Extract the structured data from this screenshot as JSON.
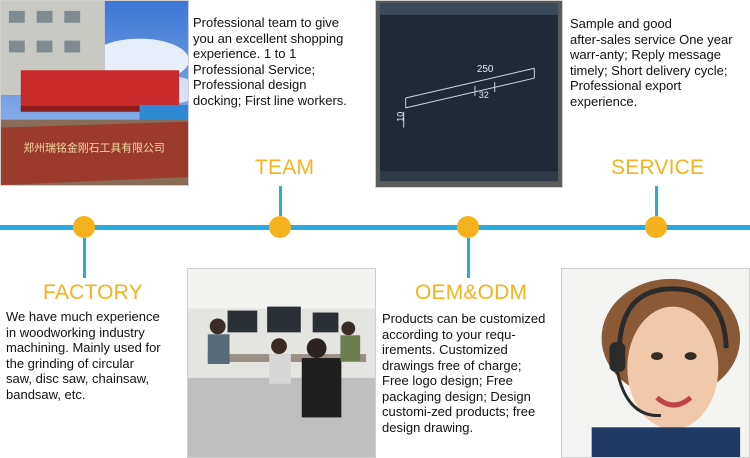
{
  "colors": {
    "accent": "#f6b21d",
    "line": "#2aa9e1",
    "text": "#111111"
  },
  "photos": {
    "factory": "factory building with red sign",
    "office": "office workers at computers",
    "design": "design drawing on monitor",
    "support": "support agent with headset"
  },
  "sections": {
    "factory": {
      "title": "FACTORY",
      "lines": [
        "We have much experience",
        "in woodworking industry",
        "machining. Mainly used for",
        "the grinding of circular",
        "saw, disc saw, chainsaw,",
        "bandsaw, etc."
      ]
    },
    "team": {
      "title": "TEAM",
      "lines": [
        "Professional team to give",
        "you an excellent shopping",
        "experience. 1 to 1",
        "Professional Service;",
        "Professional design",
        "docking; First line workers."
      ]
    },
    "oem": {
      "title": "OEM&ODM",
      "lines": [
        "Products can be customized",
        "according to your  requ-",
        "irements. Customized",
        "drawings free of charge;",
        "Free logo design; Free",
        "packaging design; Design",
        "customi-zed products; free",
        "design drawing."
      ]
    },
    "service": {
      "title": "SERVICE",
      "lines": [
        "Sample and good",
        "after-sales service One year",
        "warr-anty; Reply message",
        "timely; Short delivery  cycle;",
        "Professional export",
        "experience."
      ]
    }
  },
  "signboard_text": "郑州瑞铭金刚石工具有限公司",
  "drawing": {
    "dim_length": "250",
    "dim_width": "32",
    "dim_height": "10"
  }
}
